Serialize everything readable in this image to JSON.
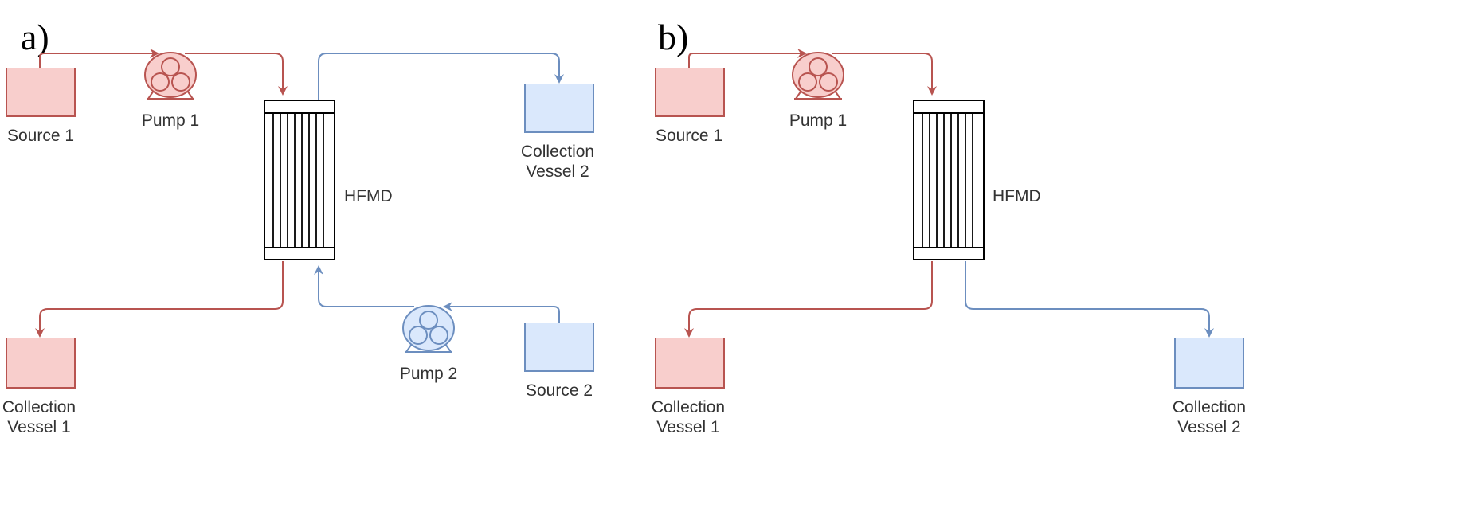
{
  "colors": {
    "red_stroke": "#b85450",
    "red_fill": "#f8cecc",
    "blue_stroke": "#6c8ebf",
    "blue_fill": "#dae8fc",
    "module_stroke": "#000000"
  },
  "panel_a": {
    "label": "a)",
    "source_1": "Source 1",
    "pump_1": "Pump 1",
    "hfmd": "HFMD",
    "collection_vessel_2": [
      "Collection",
      "Vessel 2"
    ],
    "collection_vessel_1": [
      "Collection",
      "Vessel 1"
    ],
    "pump_2": "Pump 2",
    "source_2": "Source 2"
  },
  "panel_b": {
    "label": "b)",
    "source_1": "Source 1",
    "pump_1": "Pump 1",
    "hfmd": "HFMD",
    "collection_vessel_1": [
      "Collection",
      "Vessel 1"
    ],
    "collection_vessel_2": [
      "Collection",
      "Vessel 2"
    ]
  }
}
